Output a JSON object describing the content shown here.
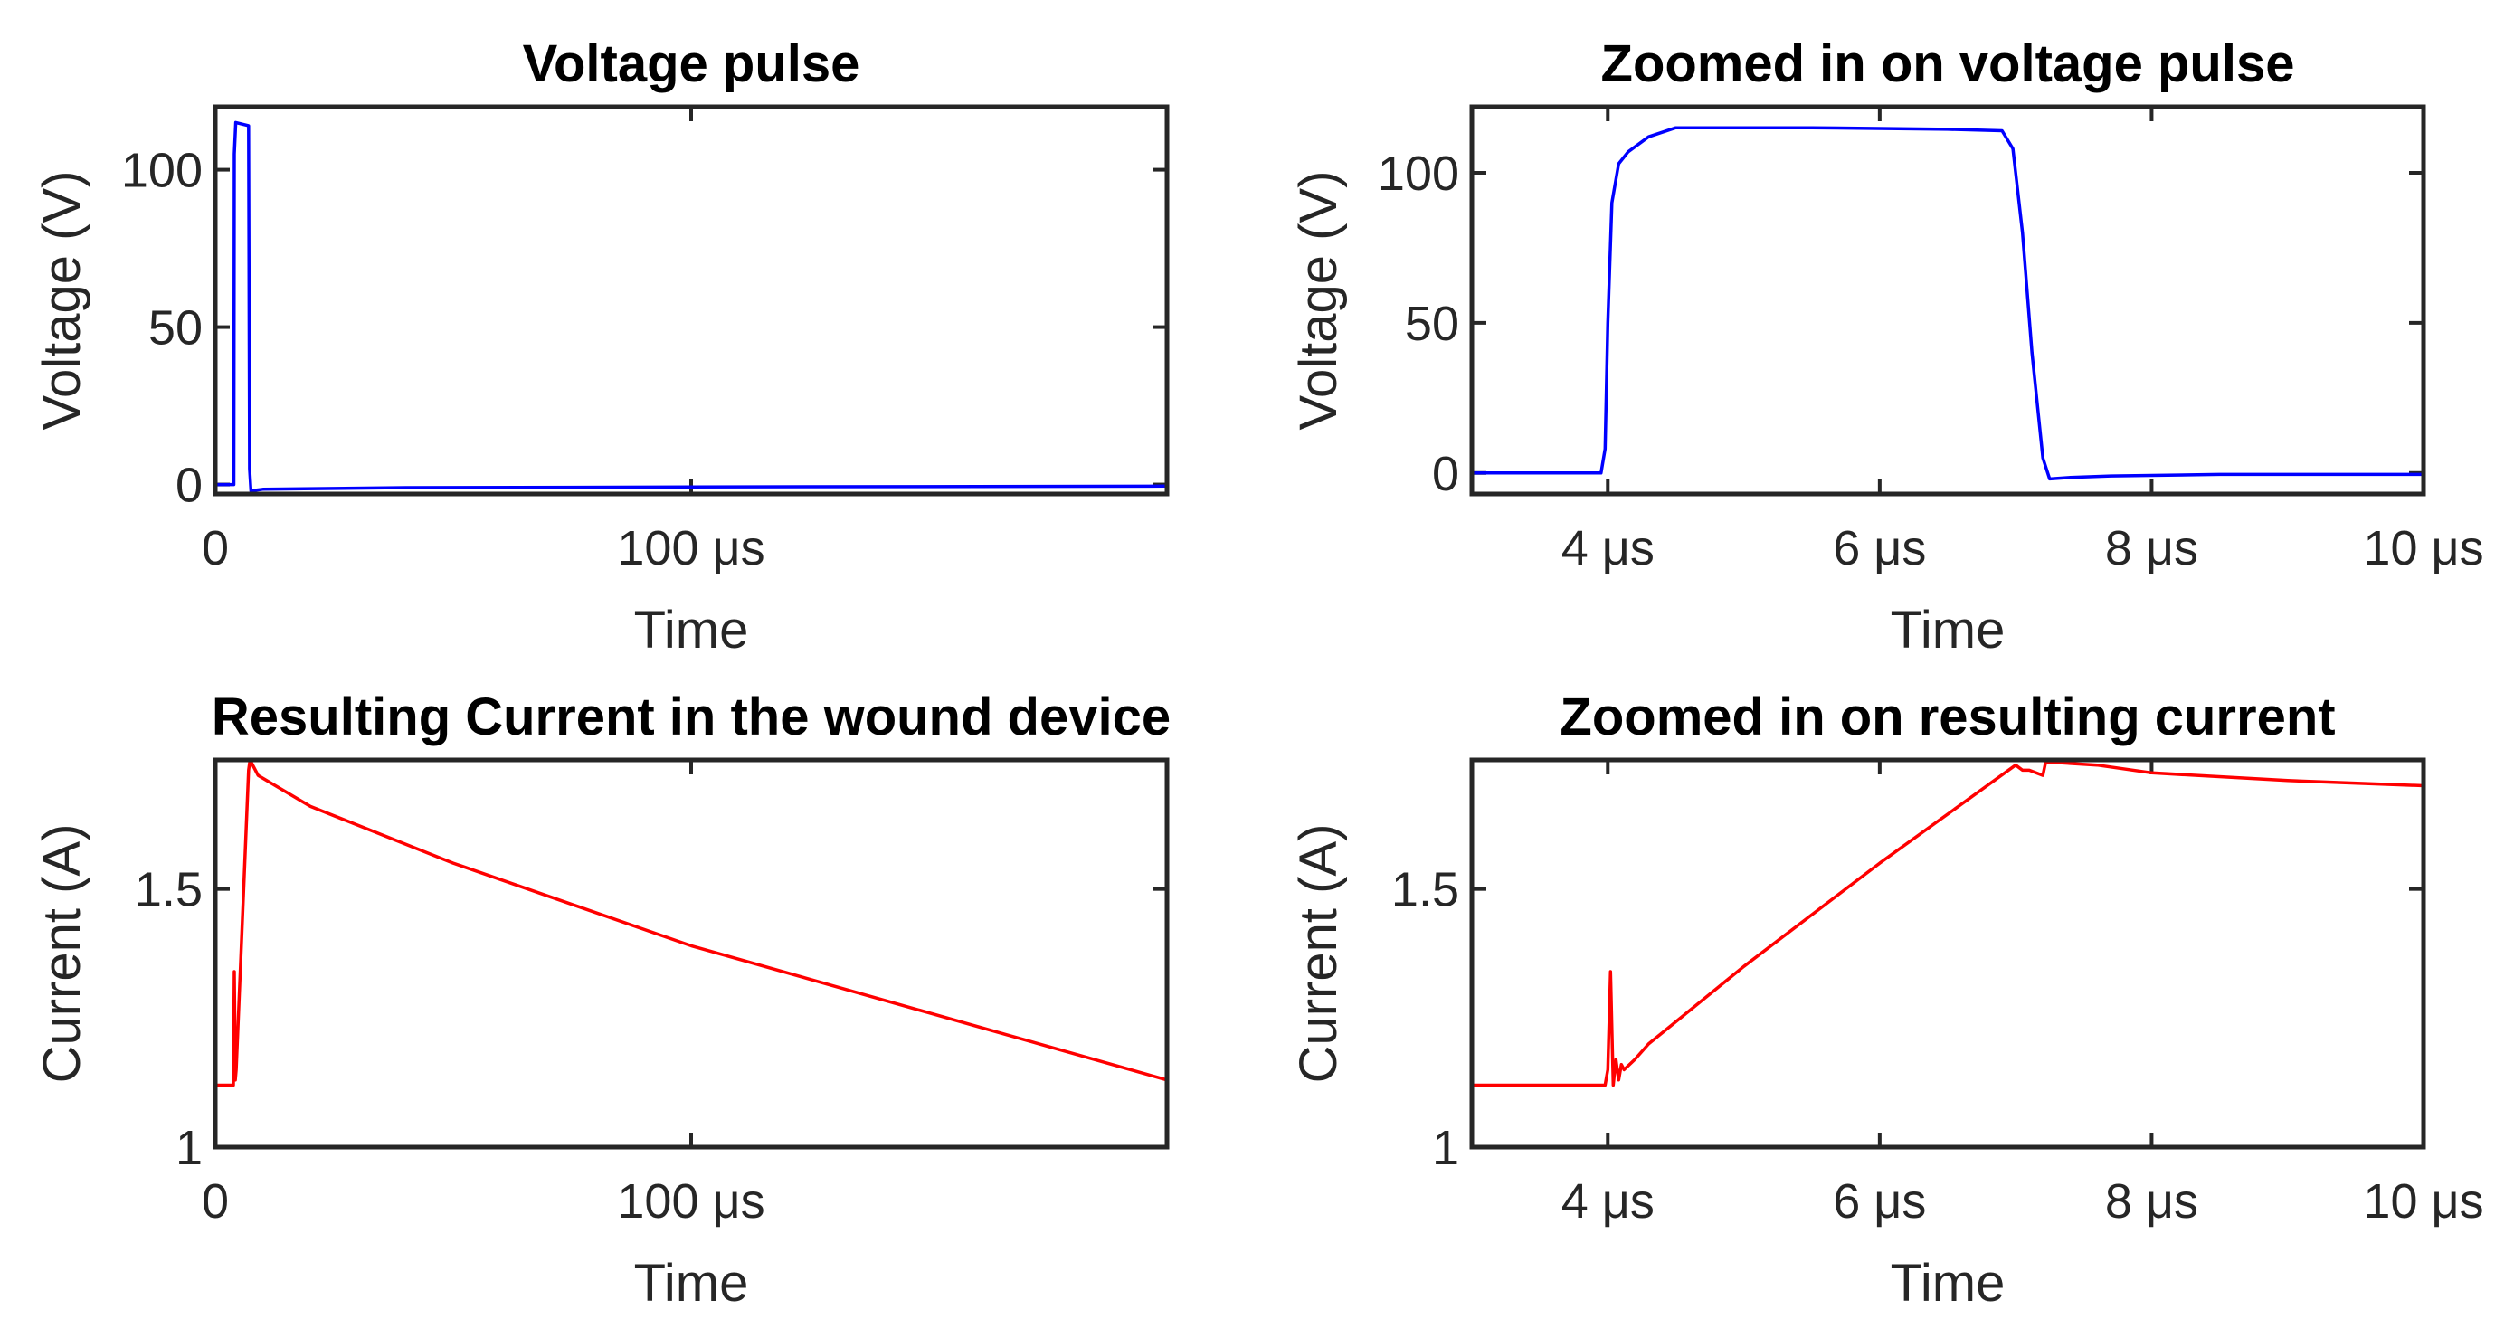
{
  "chart_data": [
    {
      "type": "line",
      "title": "Voltage pulse",
      "xlabel": "Time",
      "ylabel": "Voltage (V)",
      "xlim": [
        0,
        200
      ],
      "ylim": [
        -3,
        120
      ],
      "xticks": [
        {
          "value": 0,
          "label": "0"
        },
        {
          "value": 100,
          "label": "100 μs"
        }
      ],
      "yticks": [
        {
          "value": 0,
          "label": "0"
        },
        {
          "value": 50,
          "label": "50"
        },
        {
          "value": 100,
          "label": "100"
        }
      ],
      "series": [
        {
          "color": "#0000ff",
          "x": [
            0,
            3.9,
            4.0,
            4.3,
            7.0,
            7.2,
            7.5,
            10,
            40,
            100,
            200
          ],
          "y": [
            0,
            0,
            105,
            115,
            114,
            5,
            -2,
            -1.5,
            -1,
            -0.8,
            -0.5
          ]
        }
      ]
    },
    {
      "type": "line",
      "title": "Zoomed in on voltage pulse",
      "xlabel": "Time",
      "ylabel": "Voltage (V)",
      "xlim": [
        3,
        10
      ],
      "ylim": [
        -7,
        122
      ],
      "xticks": [
        {
          "value": 4,
          "label": "4 μs"
        },
        {
          "value": 6,
          "label": "6 μs"
        },
        {
          "value": 8,
          "label": "8 μs"
        },
        {
          "value": 10,
          "label": "10 μs"
        }
      ],
      "yticks": [
        {
          "value": 0,
          "label": "0"
        },
        {
          "value": 50,
          "label": "50"
        },
        {
          "value": 100,
          "label": "100"
        }
      ],
      "series": [
        {
          "color": "#0000ff",
          "x": [
            3.0,
            3.95,
            3.98,
            4.0,
            4.03,
            4.08,
            4.15,
            4.3,
            4.5,
            5.5,
            6.5,
            6.9,
            6.98,
            7.05,
            7.12,
            7.2,
            7.25,
            7.4,
            7.7,
            8.5,
            10.0
          ],
          "y": [
            0,
            0,
            8,
            50,
            90,
            103,
            107,
            112,
            115,
            115,
            114.5,
            114,
            108,
            80,
            40,
            5,
            -2,
            -1.5,
            -1,
            -0.5,
            -0.5
          ]
        }
      ]
    },
    {
      "type": "line",
      "title": "Resulting Current in the wound device",
      "xlabel": "Time",
      "ylabel": "Current (A)",
      "xlim": [
        0,
        200
      ],
      "ylim": [
        1,
        1.75
      ],
      "xticks": [
        {
          "value": 0,
          "label": "0"
        },
        {
          "value": 100,
          "label": "100 μs"
        }
      ],
      "yticks": [
        {
          "value": 1,
          "label": "1"
        },
        {
          "value": 1.5,
          "label": "1.5"
        }
      ],
      "series": [
        {
          "color": "#ff0000",
          "x": [
            0,
            3.8,
            4.0,
            4.2,
            4.4,
            7.0,
            7.3,
            9,
            20,
            50,
            100,
            150,
            200
          ],
          "y": [
            1.12,
            1.12,
            1.34,
            1.13,
            1.15,
            1.73,
            1.75,
            1.72,
            1.66,
            1.55,
            1.39,
            1.26,
            1.13
          ]
        }
      ]
    },
    {
      "type": "line",
      "title": "Zoomed in on resulting current",
      "xlabel": "Time",
      "ylabel": "Current (A)",
      "xlim": [
        3,
        10
      ],
      "ylim": [
        1,
        1.75
      ],
      "xticks": [
        {
          "value": 4,
          "label": "4 μs"
        },
        {
          "value": 6,
          "label": "6 μs"
        },
        {
          "value": 8,
          "label": "8 μs"
        },
        {
          "value": 10,
          "label": "10 μs"
        }
      ],
      "yticks": [
        {
          "value": 1,
          "label": "1"
        },
        {
          "value": 1.5,
          "label": "1.5"
        }
      ],
      "series": [
        {
          "color": "#ff0000",
          "x": [
            3.0,
            3.98,
            4.0,
            4.02,
            4.04,
            4.06,
            4.08,
            4.1,
            4.12,
            4.2,
            4.3,
            5.0,
            6.0,
            7.0,
            7.05,
            7.1,
            7.2,
            7.22,
            7.3,
            7.6,
            8.0,
            9.0,
            10.0
          ],
          "y": [
            1.12,
            1.12,
            1.15,
            1.34,
            1.12,
            1.17,
            1.13,
            1.16,
            1.15,
            1.17,
            1.2,
            1.35,
            1.55,
            1.74,
            1.73,
            1.73,
            1.72,
            1.745,
            1.745,
            1.74,
            1.725,
            1.71,
            1.7
          ]
        }
      ]
    }
  ]
}
